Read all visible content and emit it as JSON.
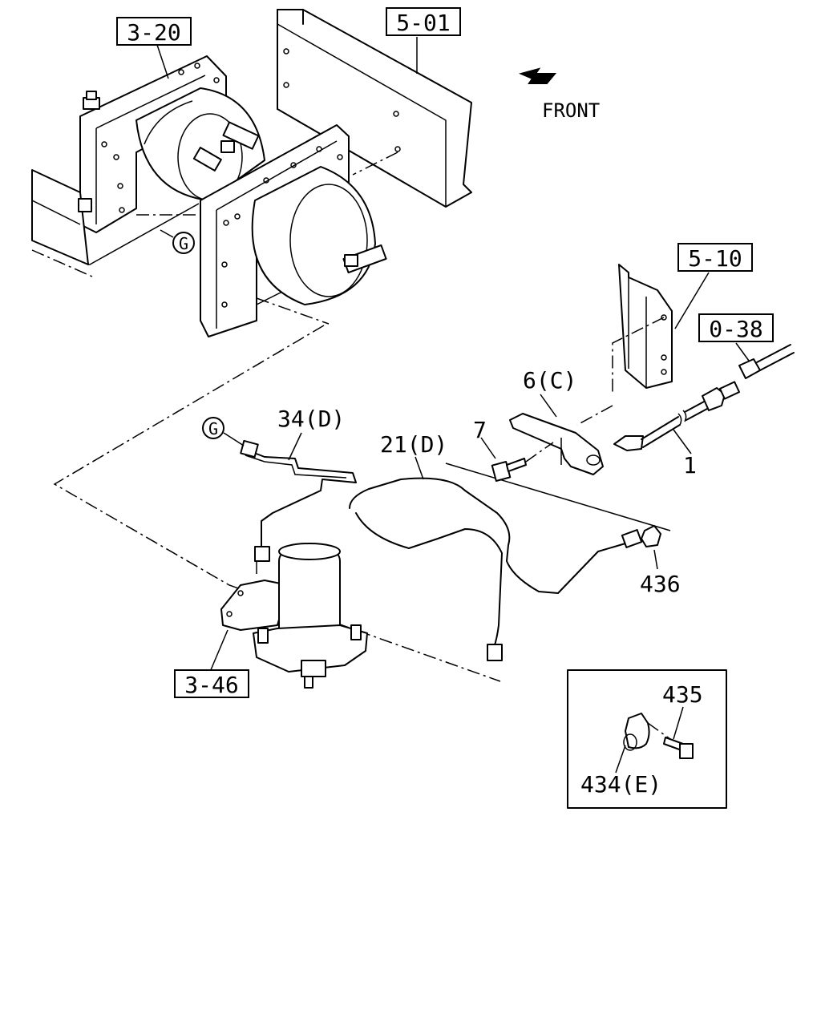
{
  "orientation": {
    "front_label": "FRONT"
  },
  "refs": {
    "r320": "3-20",
    "r501": "5-01",
    "r510": "5-10",
    "r038": "0-38",
    "r346": "3-46"
  },
  "circle_marker": "G",
  "parts": {
    "p1": "1",
    "p6": "6(C)",
    "p7": "7",
    "p21": "21(D)",
    "p34": "34(D)",
    "p436": "436"
  },
  "inset": {
    "p435": "435",
    "p434": "434(E)"
  },
  "icons": [
    "front-arrow-icon"
  ]
}
